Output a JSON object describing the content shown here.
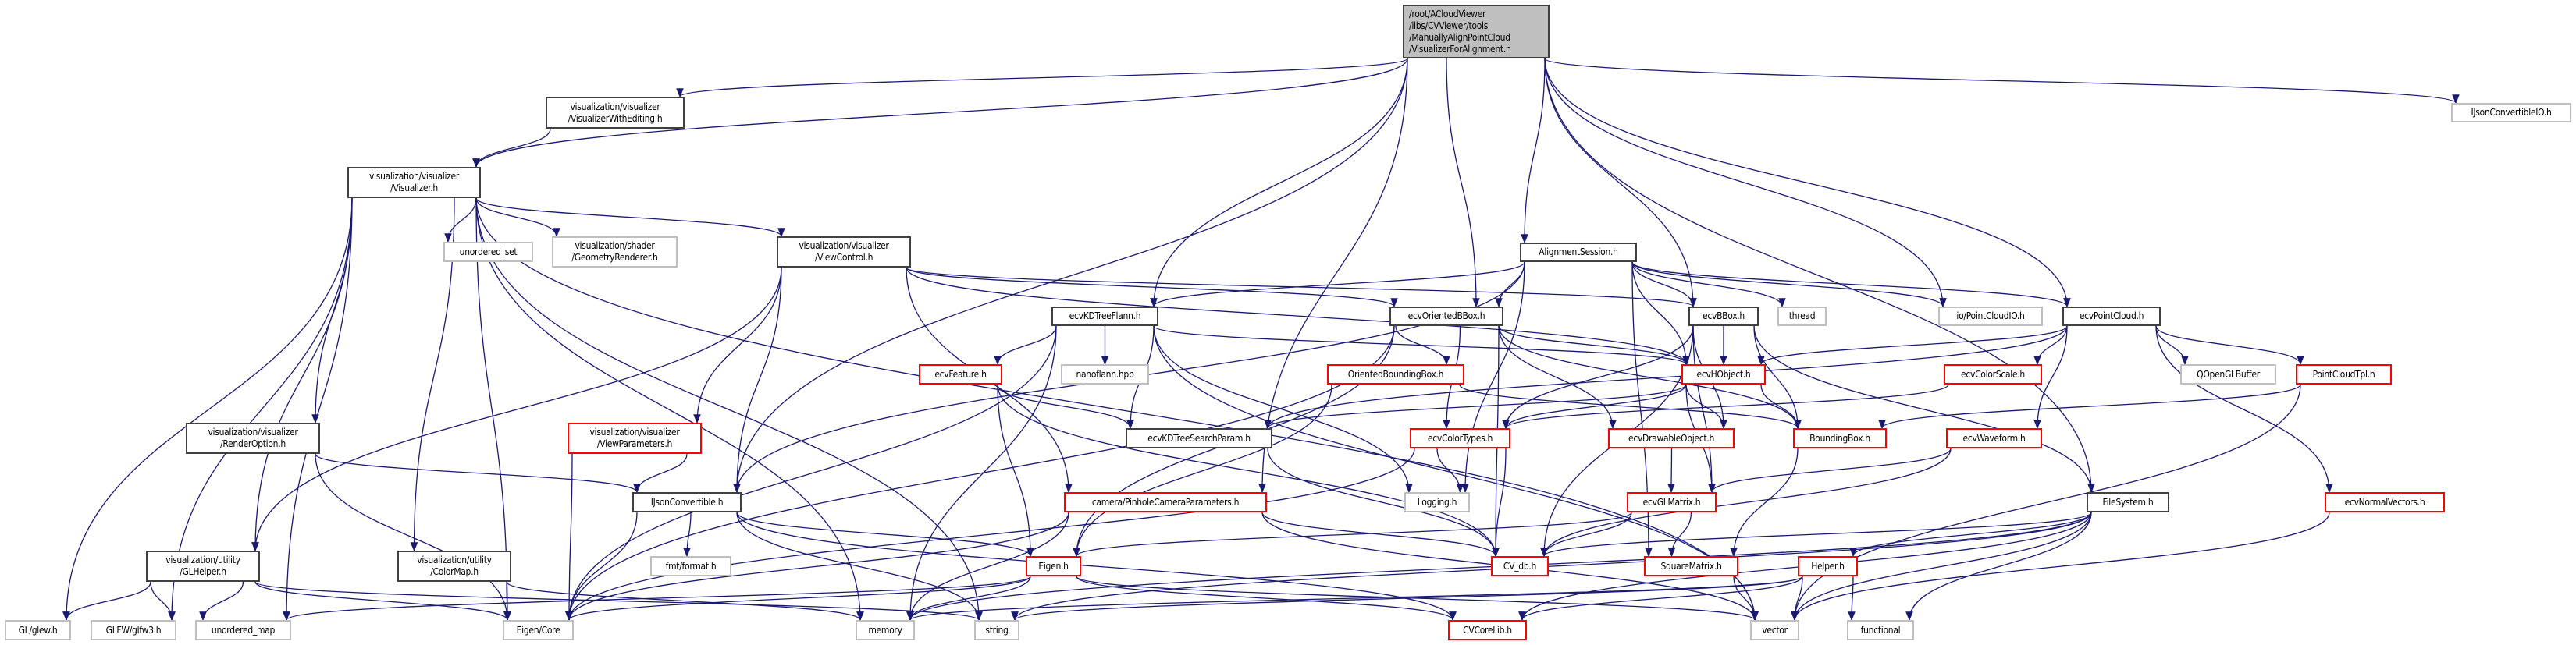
{
  "edge_color": "#191970",
  "nodes": [
    {
      "id": "root",
      "kind": "root",
      "lines": [
        "/root/ACloudViewer",
        "/libs/CVViewer/tools",
        "/ManuallyAlignPointCloud",
        "/VisualizerForAlignment.h"
      ]
    },
    {
      "id": "vwe",
      "kind": "normal",
      "lines": [
        "visualization/visualizer",
        "/VisualizerWithEditing.h"
      ]
    },
    {
      "id": "vis",
      "kind": "normal",
      "lines": [
        "visualization/visualizer",
        "/Visualizer.h"
      ]
    },
    {
      "id": "uset",
      "kind": "external",
      "lines": [
        "unordered_set"
      ]
    },
    {
      "id": "geo",
      "kind": "external",
      "lines": [
        "visualization/shader",
        "/GeometryRenderer.h"
      ]
    },
    {
      "id": "vc",
      "kind": "normal",
      "lines": [
        "visualization/visualizer",
        "/ViewControl.h"
      ]
    },
    {
      "id": "ro",
      "kind": "normal",
      "lines": [
        "visualization/visualizer",
        "/RenderOption.h"
      ]
    },
    {
      "id": "vp",
      "kind": "truncated",
      "lines": [
        "visualization/visualizer",
        "/ViewParameters.h"
      ]
    },
    {
      "id": "ijc",
      "kind": "normal",
      "lines": [
        "IJsonConvertible.h"
      ]
    },
    {
      "id": "glh",
      "kind": "normal",
      "lines": [
        "visualization/utility",
        "/GLHelper.h"
      ]
    },
    {
      "id": "cmap",
      "kind": "normal",
      "lines": [
        "visualization/utility",
        "/ColorMap.h"
      ]
    },
    {
      "id": "fmt",
      "kind": "external",
      "lines": [
        "fmt/format.h"
      ]
    },
    {
      "id": "glew",
      "kind": "external",
      "lines": [
        "GL/glew.h"
      ]
    },
    {
      "id": "glfw",
      "kind": "external",
      "lines": [
        "GLFW/glfw3.h"
      ]
    },
    {
      "id": "umap",
      "kind": "external",
      "lines": [
        "unordered_map"
      ]
    },
    {
      "id": "ecore",
      "kind": "external",
      "lines": [
        "Eigen/Core"
      ]
    },
    {
      "id": "mem",
      "kind": "external",
      "lines": [
        "memory"
      ]
    },
    {
      "id": "str",
      "kind": "external",
      "lines": [
        "string"
      ]
    },
    {
      "id": "cvcore",
      "kind": "truncated",
      "lines": [
        "CVCoreLib.h"
      ]
    },
    {
      "id": "vec",
      "kind": "external",
      "lines": [
        "vector"
      ]
    },
    {
      "id": "func",
      "kind": "external",
      "lines": [
        "functional"
      ]
    },
    {
      "id": "align",
      "kind": "normal",
      "lines": [
        "AlignmentSession.h"
      ]
    },
    {
      "id": "kdf",
      "kind": "normal",
      "lines": [
        "ecvKDTreeFlann.h"
      ]
    },
    {
      "id": "obb",
      "kind": "normal",
      "lines": [
        "ecvOrientedBBox.h"
      ]
    },
    {
      "id": "bbox",
      "kind": "normal",
      "lines": [
        "ecvBBox.h"
      ]
    },
    {
      "id": "thread",
      "kind": "external",
      "lines": [
        "thread"
      ]
    },
    {
      "id": "pcio",
      "kind": "external",
      "lines": [
        "io/PointCloudIO.h"
      ]
    },
    {
      "id": "pc",
      "kind": "normal",
      "lines": [
        "ecvPointCloud.h"
      ]
    },
    {
      "id": "ijcio",
      "kind": "external",
      "lines": [
        "IJsonConvertibleIO.h"
      ]
    },
    {
      "id": "feat",
      "kind": "truncated",
      "lines": [
        "ecvFeature.h"
      ]
    },
    {
      "id": "nano",
      "kind": "external",
      "lines": [
        "nanoflann.hpp"
      ]
    },
    {
      "id": "obbx",
      "kind": "truncated",
      "lines": [
        "OrientedBoundingBox.h"
      ]
    },
    {
      "id": "hobj",
      "kind": "truncated",
      "lines": [
        "ecvHObject.h"
      ]
    },
    {
      "id": "cscale",
      "kind": "truncated",
      "lines": [
        "ecvColorScale.h"
      ]
    },
    {
      "id": "qogl",
      "kind": "external",
      "lines": [
        "QOpenGLBuffer"
      ]
    },
    {
      "id": "pctpl",
      "kind": "truncated",
      "lines": [
        "PointCloudTpl.h"
      ]
    },
    {
      "id": "kdsp",
      "kind": "normal",
      "lines": [
        "ecvKDTreeSearchParam.h"
      ]
    },
    {
      "id": "ctypes",
      "kind": "truncated",
      "lines": [
        "ecvColorTypes.h"
      ]
    },
    {
      "id": "dobj",
      "kind": "truncated",
      "lines": [
        "ecvDrawableObject.h"
      ]
    },
    {
      "id": "bb",
      "kind": "truncated",
      "lines": [
        "BoundingBox.h"
      ]
    },
    {
      "id": "wave",
      "kind": "truncated",
      "lines": [
        "ecvWaveform.h"
      ]
    },
    {
      "id": "pin",
      "kind": "truncated",
      "lines": [
        "camera/PinholeCameraParameters.h"
      ]
    },
    {
      "id": "log",
      "kind": "external",
      "lines": [
        "Logging.h"
      ]
    },
    {
      "id": "glm",
      "kind": "truncated",
      "lines": [
        "ecvGLMatrix.h"
      ]
    },
    {
      "id": "fs",
      "kind": "normal",
      "lines": [
        "FileSystem.h"
      ]
    },
    {
      "id": "nvec",
      "kind": "truncated",
      "lines": [
        "ecvNormalVectors.h"
      ]
    },
    {
      "id": "eigen",
      "kind": "truncated",
      "lines": [
        "Eigen.h"
      ]
    },
    {
      "id": "cvdb",
      "kind": "truncated",
      "lines": [
        "CV_db.h"
      ]
    },
    {
      "id": "sqm",
      "kind": "truncated",
      "lines": [
        "SquareMatrix.h"
      ]
    },
    {
      "id": "helper",
      "kind": "truncated",
      "lines": [
        "Helper.h"
      ]
    }
  ],
  "edges": [
    [
      "root",
      "vis"
    ],
    [
      "root",
      "vwe"
    ],
    [
      "root",
      "ijc"
    ],
    [
      "root",
      "pin"
    ],
    [
      "root",
      "kdf"
    ],
    [
      "root",
      "obb"
    ],
    [
      "root",
      "align"
    ],
    [
      "root",
      "bbox"
    ],
    [
      "root",
      "pcio"
    ],
    [
      "root",
      "pc"
    ],
    [
      "root",
      "fs"
    ],
    [
      "root",
      "ijcio"
    ],
    [
      "vwe",
      "vis"
    ],
    [
      "vis",
      "uset"
    ],
    [
      "vis",
      "geo"
    ],
    [
      "vis",
      "vc"
    ],
    [
      "vis",
      "ro"
    ],
    [
      "vis",
      "glh"
    ],
    [
      "vis",
      "cmap"
    ],
    [
      "vis",
      "glew"
    ],
    [
      "vis",
      "glfw"
    ],
    [
      "vis",
      "umap"
    ],
    [
      "vis",
      "ecore"
    ],
    [
      "vis",
      "mem"
    ],
    [
      "vis",
      "str"
    ],
    [
      "vis",
      "vec"
    ],
    [
      "vc",
      "vp"
    ],
    [
      "vc",
      "ijc"
    ],
    [
      "vc",
      "glh"
    ],
    [
      "vc",
      "obb"
    ],
    [
      "vc",
      "bbox"
    ],
    [
      "vc",
      "hobj"
    ],
    [
      "vc",
      "pin"
    ],
    [
      "ro",
      "ijc"
    ],
    [
      "ro",
      "ecore"
    ],
    [
      "vp",
      "ijc"
    ],
    [
      "vp",
      "ecore"
    ],
    [
      "ijc",
      "fmt"
    ],
    [
      "ijc",
      "ecore"
    ],
    [
      "ijc",
      "eigen"
    ],
    [
      "ijc",
      "str"
    ],
    [
      "ijc",
      "cvcore"
    ],
    [
      "glh",
      "glew"
    ],
    [
      "glh",
      "glfw"
    ],
    [
      "glh",
      "umap"
    ],
    [
      "glh",
      "ecore"
    ],
    [
      "glh",
      "str"
    ],
    [
      "cmap",
      "ecore"
    ],
    [
      "cmap",
      "mem"
    ],
    [
      "align",
      "kdf"
    ],
    [
      "align",
      "obb"
    ],
    [
      "align",
      "bbox"
    ],
    [
      "align",
      "thread"
    ],
    [
      "align",
      "pcio"
    ],
    [
      "align",
      "pc"
    ],
    [
      "align",
      "ijc"
    ],
    [
      "align",
      "log"
    ],
    [
      "align",
      "hobj"
    ],
    [
      "align",
      "sqm"
    ],
    [
      "kdf",
      "feat"
    ],
    [
      "kdf",
      "nano"
    ],
    [
      "kdf",
      "kdsp"
    ],
    [
      "kdf",
      "hobj"
    ],
    [
      "kdf",
      "ecore"
    ],
    [
      "kdf",
      "mem"
    ],
    [
      "kdf",
      "vec"
    ],
    [
      "kdf",
      "log"
    ],
    [
      "obb",
      "obbx"
    ],
    [
      "obb",
      "ctypes"
    ],
    [
      "obb",
      "cvdb"
    ],
    [
      "obb",
      "dobj"
    ],
    [
      "obb",
      "hobj"
    ],
    [
      "obb",
      "ecore"
    ],
    [
      "obb",
      "eigen"
    ],
    [
      "obb",
      "bb"
    ],
    [
      "bbox",
      "hobj"
    ],
    [
      "bbox",
      "ctypes"
    ],
    [
      "bbox",
      "bb"
    ],
    [
      "bbox",
      "glm"
    ],
    [
      "bbox",
      "cvdb"
    ],
    [
      "bbox",
      "dobj"
    ],
    [
      "bbox",
      "fs"
    ],
    [
      "pc",
      "hobj"
    ],
    [
      "pc",
      "cscale"
    ],
    [
      "pc",
      "wave"
    ],
    [
      "pc",
      "qogl"
    ],
    [
      "pc",
      "pctpl"
    ],
    [
      "pc",
      "nvec"
    ],
    [
      "pc",
      "kdsp"
    ],
    [
      "feat",
      "eigen"
    ],
    [
      "feat",
      "kdsp"
    ],
    [
      "feat",
      "cvdb"
    ],
    [
      "obbx",
      "bb"
    ],
    [
      "obbx",
      "eigen"
    ],
    [
      "hobj",
      "ctypes"
    ],
    [
      "hobj",
      "dobj"
    ],
    [
      "hobj",
      "bb"
    ],
    [
      "hobj",
      "glm"
    ],
    [
      "hobj",
      "kdsp"
    ],
    [
      "kdsp",
      "cvdb"
    ],
    [
      "ctypes",
      "log"
    ],
    [
      "ctypes",
      "cvdb"
    ],
    [
      "ctypes",
      "ecore"
    ],
    [
      "dobj",
      "glm"
    ],
    [
      "cscale",
      "ctypes"
    ],
    [
      "pctpl",
      "bb"
    ],
    [
      "pctpl",
      "vec"
    ],
    [
      "wave",
      "glm"
    ],
    [
      "wave",
      "cvdb"
    ],
    [
      "pin",
      "cvdb"
    ],
    [
      "pin",
      "mem"
    ],
    [
      "pin",
      "vec"
    ],
    [
      "pin",
      "ecore"
    ],
    [
      "glm",
      "cvdb"
    ],
    [
      "glm",
      "sqm"
    ],
    [
      "glm",
      "eigen"
    ],
    [
      "bb",
      "sqm"
    ],
    [
      "eigen",
      "ecore"
    ],
    [
      "eigen",
      "mem"
    ],
    [
      "eigen",
      "vec"
    ],
    [
      "eigen",
      "cvcore"
    ],
    [
      "eigen",
      "umap"
    ],
    [
      "sqm",
      "vec"
    ],
    [
      "fs",
      "helper"
    ],
    [
      "fs",
      "vec"
    ],
    [
      "fs",
      "func"
    ],
    [
      "fs",
      "str"
    ],
    [
      "fs",
      "mem"
    ],
    [
      "fs",
      "cvcore"
    ],
    [
      "fs",
      "cvdb"
    ],
    [
      "helper",
      "vec"
    ],
    [
      "helper",
      "func"
    ],
    [
      "helper",
      "str"
    ],
    [
      "helper",
      "mem"
    ],
    [
      "helper",
      "cvcore"
    ],
    [
      "nvec",
      "vec"
    ]
  ]
}
